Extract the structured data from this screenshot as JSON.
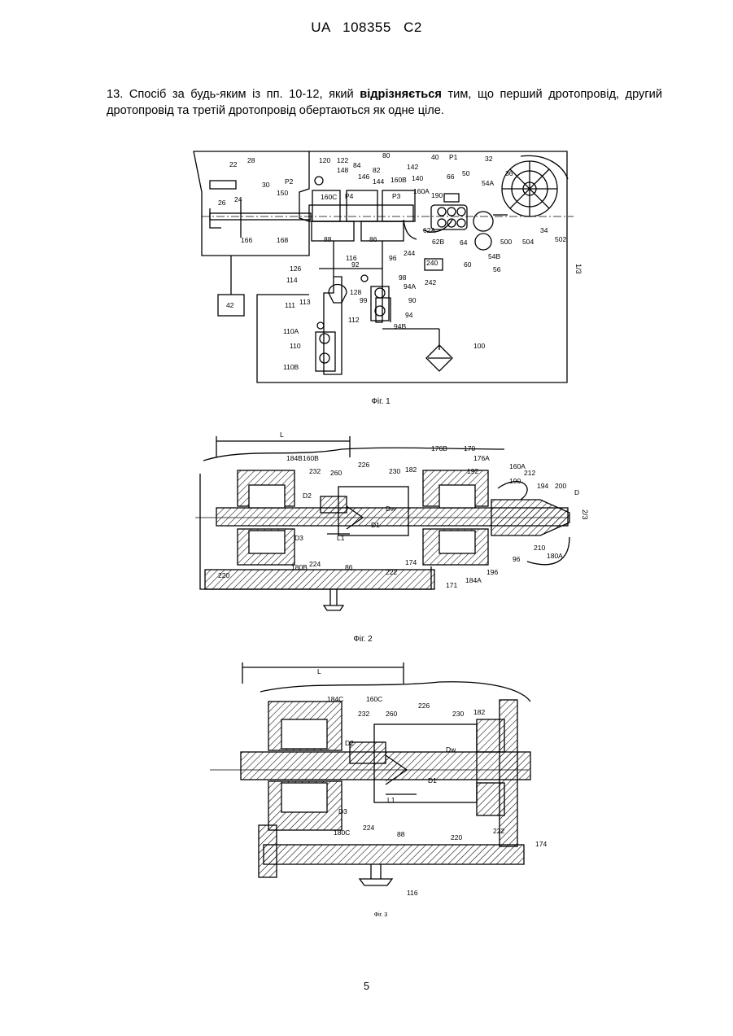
{
  "header": {
    "country": "UA",
    "number": "108355",
    "kind": "C2"
  },
  "claim": {
    "prefix": "13. Спосіб за будь-яким із пп. 10-12, який ",
    "bold": "відрізняється",
    "suffix": " тим, що перший дротопровід, другий дротопровід та третій дротопровід обертаються як одне ціле."
  },
  "figures": [
    {
      "caption": "Фіг. 1",
      "sheet": "1/3",
      "labels": [
        "22",
        "28",
        "30",
        "P2",
        "26",
        "24",
        "150",
        "166",
        "168",
        "120",
        "122",
        "148",
        "84",
        "80",
        "146",
        "144",
        "82",
        "160B",
        "142",
        "140",
        "160A",
        "40",
        "P1",
        "66",
        "50",
        "32",
        "36",
        "54A",
        "190",
        "62A",
        "62B",
        "64",
        "34",
        "500",
        "504",
        "502",
        "160C",
        "P4",
        "P3",
        "88",
        "86",
        "116",
        "96",
        "244",
        "240",
        "242",
        "60",
        "54B",
        "56",
        "126",
        "114",
        "92",
        "128",
        "99",
        "98",
        "94A",
        "90",
        "111",
        "113",
        "112",
        "94",
        "94B",
        "110A",
        "110",
        "110B",
        "100",
        "42"
      ]
    },
    {
      "caption": "Фіг. 2",
      "sheet": "2/3",
      "labels": [
        "L",
        "184B",
        "160B",
        "232",
        "260",
        "226",
        "230",
        "182",
        "176B",
        "170",
        "176A",
        "192",
        "160A",
        "190",
        "212",
        "194",
        "200",
        "D",
        "D2",
        "Dw",
        "D1",
        "L1",
        "D3",
        "220",
        "180B",
        "224",
        "86",
        "222",
        "174",
        "171",
        "184A",
        "196",
        "210",
        "180A",
        "96"
      ]
    },
    {
      "caption": "Фіг. 3",
      "labels": [
        "L",
        "184C",
        "160C",
        "232",
        "260",
        "226",
        "230",
        "182",
        "D2",
        "Dw",
        "D1",
        "L1",
        "D3",
        "180C",
        "224",
        "88",
        "220",
        "222",
        "174",
        "116"
      ]
    }
  ],
  "page_number": "5"
}
